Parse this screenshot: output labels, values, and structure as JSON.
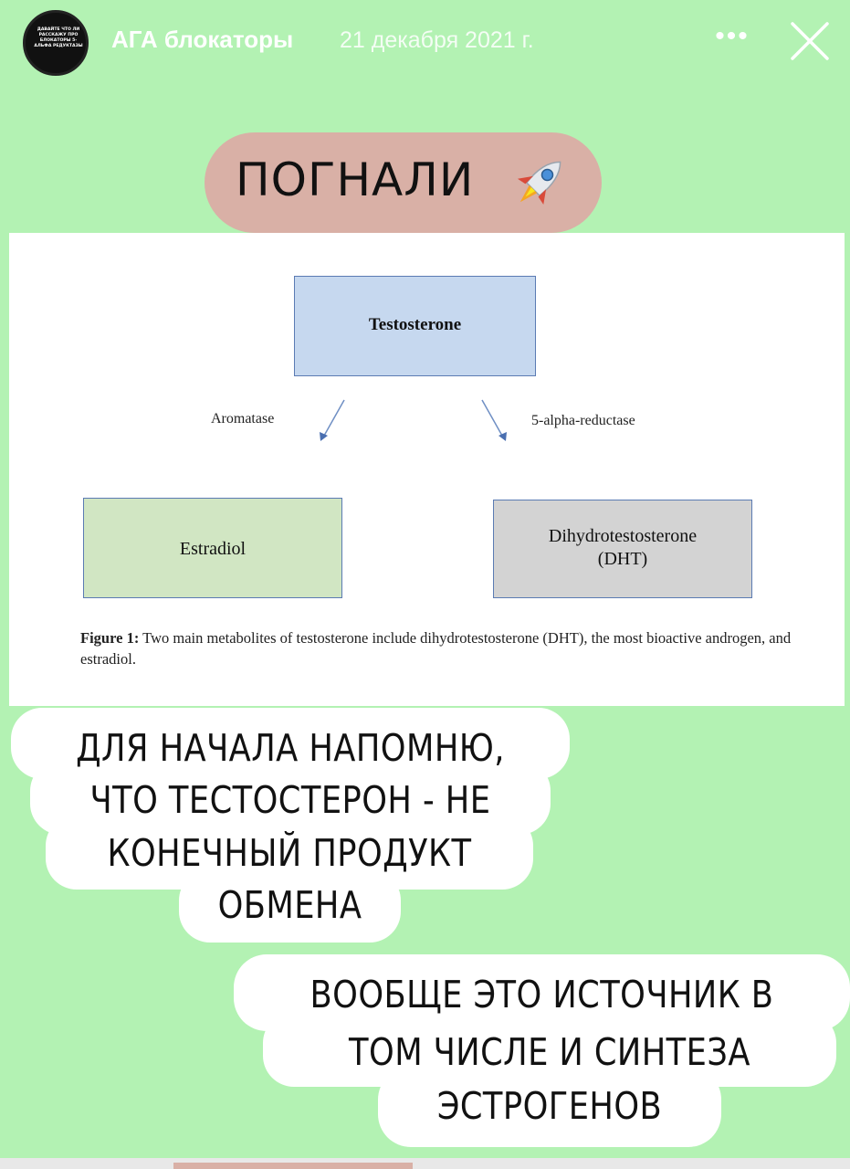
{
  "header": {
    "avatar_text": "ДАВАЙТЕ ЧТО ЛИ РАССКАЖУ ПРО БЛОКАТОРЫ 5-АЛЬФА РЕДУКТАЗЫ",
    "account_name": "АГА блокаторы",
    "date": "21 декабря 2021 г.",
    "more_label": "•••"
  },
  "sticker_title": "ПОГНАЛИ",
  "figure": {
    "top_box": "Testosterone",
    "left_enzyme": "Aromatase",
    "right_enzyme": "5-alpha-reductase",
    "left_box": "Estradiol",
    "right_box_line1": "Dihydrotestosterone",
    "right_box_line2": "(DHT)",
    "caption_bold": "Figure 1:",
    "caption_text": " Two main metabolites of testosterone include dihydrotestosterone (DHT), the most bioactive androgen, and estradiol."
  },
  "text_block_1": [
    "ДЛЯ НАЧАЛА НАПОМНЮ,",
    "ЧТО ТЕСТОСТЕРОН - НЕ",
    "КОНЕЧНЫЙ ПРОДУКТ",
    "ОБМЕНА"
  ],
  "text_block_2": [
    "ВООБЩЕ ЭТО ИСТОЧНИК В",
    "ТОМ ЧИСЛЕ И СИНТЕЗА",
    "ЭСТРОГЕНОВ"
  ],
  "colors": {
    "background": "#b3f2b3",
    "pill": "#d9b0a6",
    "testosterone_box": "#c6d8ef",
    "estradiol_box": "#d1e6c3",
    "dht_box": "#d3d3d3"
  }
}
